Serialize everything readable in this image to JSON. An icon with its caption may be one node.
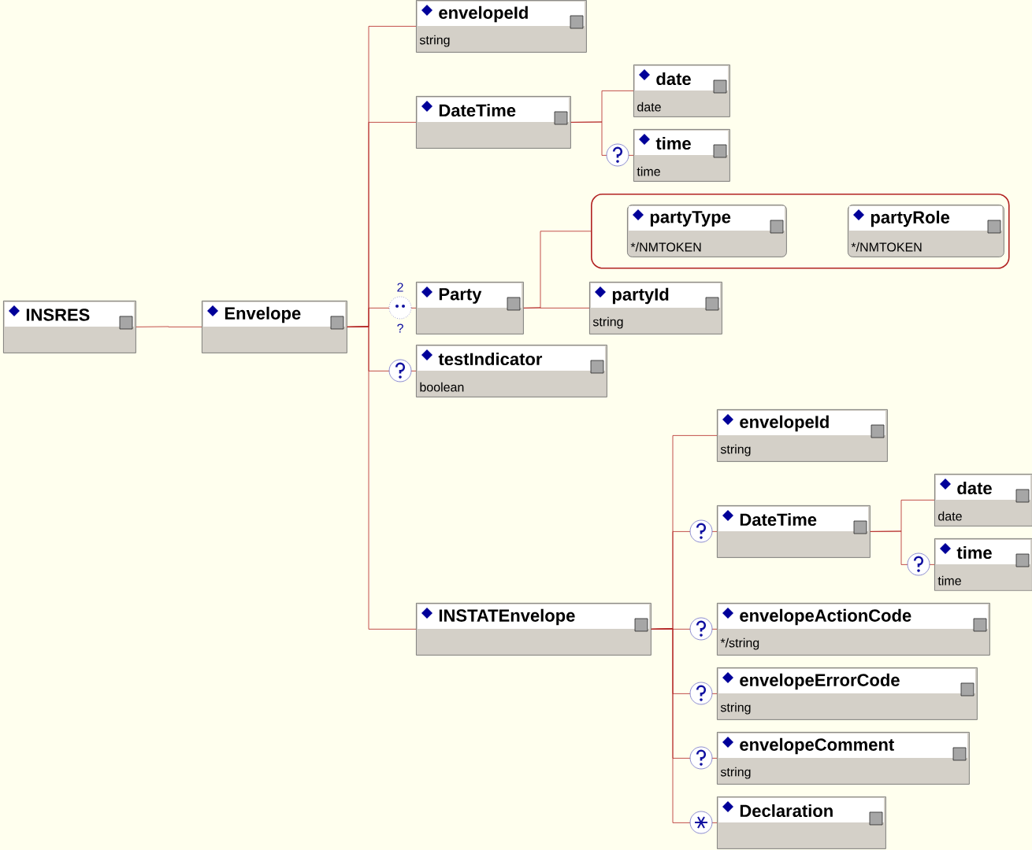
{
  "diagram": {
    "nodes": [
      {
        "text": [
          "INSRES"
        ]
      },
      {
        "text": [
          "Envelope"
        ]
      },
      {
        "text": [
          "envelopeId",
          "string"
        ]
      },
      {
        "text": [
          "DateTime"
        ]
      },
      {
        "text": [
          "date",
          "date"
        ]
      },
      {
        "text": [
          "time",
          "time"
        ]
      },
      {
        "text": [
          "Party"
        ],
        "beside": [
          "2",
          "?"
        ]
      },
      {
        "text": [],
        "shape": "box"
      },
      {
        "text": [
          "partyType",
          "*/NMTOKEN"
        ],
        "in": 7
      },
      {
        "text": [
          "partyRole",
          "*/NMTOKEN"
        ],
        "in": 7
      },
      {
        "text": [
          "partyId",
          "string"
        ]
      },
      {
        "text": [
          "testIndicator",
          "boolean"
        ]
      },
      {
        "text": [
          "INSTATEnvelope"
        ]
      },
      {
        "text": [
          "envelopeId",
          "string"
        ]
      },
      {
        "text": [
          "DateTime"
        ]
      },
      {
        "text": [
          "date",
          "date"
        ]
      },
      {
        "text": [
          "time",
          "time"
        ]
      },
      {
        "text": [
          "envelopeActionCode",
          "*/string"
        ]
      },
      {
        "text": [
          "envelopeErrorCode",
          "string"
        ]
      },
      {
        "text": [
          "envelopeComment",
          "string"
        ]
      },
      {
        "text": [
          "Declaration"
        ]
      }
    ],
    "edges": [
      {
        "from": 0,
        "to": 1,
        "arrow": "none"
      },
      {
        "from": 1,
        "to": 2,
        "arrow": "none"
      },
      {
        "from": 1,
        "to": 3,
        "arrow": "none"
      },
      {
        "from": 3,
        "to": 4,
        "arrow": "none"
      },
      {
        "from": 3,
        "to": 5,
        "arrow": "none"
      },
      {
        "from": 1,
        "to": 6,
        "arrow": "none"
      },
      {
        "from": 6,
        "to": 7,
        "arrow": "none"
      },
      {
        "from": 6,
        "to": 10,
        "arrow": "none"
      },
      {
        "from": 1,
        "to": 11,
        "arrow": "none"
      },
      {
        "from": 1,
        "to": 12,
        "arrow": "none"
      },
      {
        "from": 12,
        "to": 13,
        "arrow": "none"
      },
      {
        "from": 12,
        "to": 14,
        "arrow": "none"
      },
      {
        "from": 14,
        "to": 15,
        "arrow": "none"
      },
      {
        "from": 14,
        "to": 16,
        "arrow": "none"
      },
      {
        "from": 12,
        "to": 17,
        "arrow": "none"
      },
      {
        "from": 12,
        "to": 18,
        "arrow": "none"
      },
      {
        "from": 12,
        "to": 19,
        "arrow": "none"
      },
      {
        "from": 12,
        "to": 20,
        "arrow": "none"
      }
    ]
  }
}
